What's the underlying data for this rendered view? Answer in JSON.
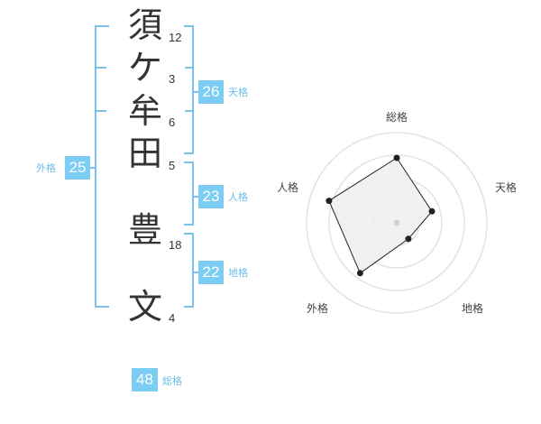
{
  "name": {
    "characters": [
      {
        "char": "須",
        "strokes": "12"
      },
      {
        "char": "ケ",
        "strokes": "3"
      },
      {
        "char": "牟",
        "strokes": "6"
      },
      {
        "char": "田",
        "strokes": "5"
      },
      {
        "char": "豊",
        "strokes": "18"
      },
      {
        "char": "文",
        "strokes": "4"
      }
    ]
  },
  "kakusu": {
    "tenkaku": {
      "value": "26",
      "label": "天格"
    },
    "jinkaku": {
      "value": "23",
      "label": "人格"
    },
    "chikaku": {
      "value": "22",
      "label": "地格"
    },
    "gaikaku": {
      "value": "25",
      "label": "外格"
    },
    "soukaku": {
      "value": "48",
      "label": "総格"
    }
  },
  "colors": {
    "badge": "#7ccdf4",
    "bracket": "#7cc3ec",
    "label": "#6bbde8",
    "radar_fill": "#efefef",
    "radar_grid": "#e2e2e2",
    "radar_line": "#222222"
  },
  "chart_data": {
    "type": "radar",
    "axes": [
      "総格",
      "天格",
      "地格",
      "外格",
      "人格"
    ],
    "values": [
      0.72,
      0.41,
      0.22,
      0.69,
      0.79
    ],
    "range": [
      0,
      1
    ],
    "rings": 4
  }
}
